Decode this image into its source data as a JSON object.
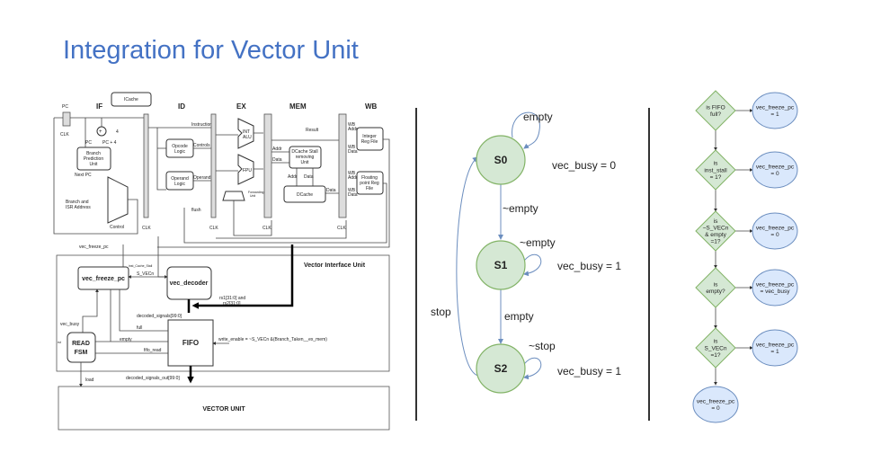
{
  "title": "Integration for Vector Unit",
  "pipeline": {
    "stages": [
      "IF",
      "ID",
      "EX",
      "MEM",
      "WB"
    ],
    "icache": "ICache",
    "pc": "PC",
    "clk": "CLK",
    "adder_in": "4",
    "pc_label": "PC",
    "pc_plus4": "PC + 4",
    "branch_unit": [
      "Branch",
      "Prediction",
      "Unit"
    ],
    "next_pc": "Next PC",
    "branch_isr": [
      "Branch and",
      "ISR Address"
    ],
    "control": "Control",
    "instruction": "Instruction",
    "controls": "Controls",
    "operands": "Operands",
    "opcode_logic": [
      "Opcode",
      "Logic"
    ],
    "operand_logic": [
      "Operand",
      "Logic"
    ],
    "flush": "flush",
    "int_alu": [
      "INT",
      "ALU"
    ],
    "fpu": "FPU",
    "forwarding": [
      "Forwarding",
      "Unit"
    ],
    "result": "Result",
    "addr": "Addr",
    "data": "Data",
    "dcache_stall": [
      "DCache Stall",
      "removing",
      "Unit"
    ],
    "dcache": "DCache",
    "wb_addr": [
      "WB",
      "Addr"
    ],
    "wb_data": [
      "WB",
      "Data"
    ],
    "int_reg": [
      "Integer",
      "Reg File"
    ],
    "fp_reg": [
      "Floating",
      "point Reg",
      "File"
    ]
  },
  "viu": {
    "title": "Vector Interface Unit",
    "vec_freeze_pc_out": "vec_freeze_pc",
    "inst_cache_stall": "inst_Cache_Stall",
    "s_vecn": "S_VECn",
    "vec_freeze_pc": "vec_freeze_pc",
    "vec_decoder": "vec_decoder",
    "rs": [
      "rs1[31:0] and",
      "rs2[31:0]"
    ],
    "decoded_signals": "decoded_signals[99:0]",
    "full": "full",
    "empty": "empty",
    "fifo_read": "fifo_read",
    "vec_busy": "vec_busy",
    "rst": "rst",
    "read_fsm": [
      "READ",
      "FSM"
    ],
    "fifo": "FIFO",
    "write_enable": "write_enable = ~S_VECn &(Branch_Taken__ex_mem)",
    "decoded_signals_out": "decoded_signals_out[99:0]",
    "load": "load",
    "vector_unit": "VECTOR UNIT"
  },
  "fsm": {
    "states": [
      {
        "name": "S0",
        "output": "vec_busy = 0"
      },
      {
        "name": "S1",
        "output": "vec_busy = 1"
      },
      {
        "name": "S2",
        "output": "vec_busy = 1"
      }
    ],
    "transitions": {
      "s0_self": "empty",
      "s0_s1": "~empty",
      "s1_self": "~empty",
      "s1_s2": "empty",
      "s2_self": "~stop",
      "s2_s0": "stop"
    }
  },
  "flowchart": {
    "decisions": [
      {
        "q": [
          "is FIFO",
          "full?"
        ],
        "a": [
          "vec_freeze_pc",
          "= 1"
        ]
      },
      {
        "q": [
          "is",
          "inst_stall",
          "= 1?"
        ],
        "a": [
          "vec_freeze_pc",
          "= 0"
        ]
      },
      {
        "q": [
          "is",
          "~S_VECn",
          "& empty",
          "=1?"
        ],
        "a": [
          "vec_freeze_pc",
          "= 0"
        ]
      },
      {
        "q": [
          "is",
          "empty?"
        ],
        "a": [
          "vec_freeze_pc",
          "= vec_busy"
        ]
      },
      {
        "q": [
          "is",
          "S_VECn",
          "=1?"
        ],
        "a": [
          "vec_freeze_pc",
          "= 1"
        ]
      }
    ],
    "final": [
      "vec_freeze_pc",
      "= 0"
    ]
  },
  "colors": {
    "title": "#4472C4",
    "state_fill": "#d5e8d4",
    "state_stroke": "#82b366",
    "edge": "#6c8ebf",
    "ellipse_fill": "#dae8fc"
  }
}
